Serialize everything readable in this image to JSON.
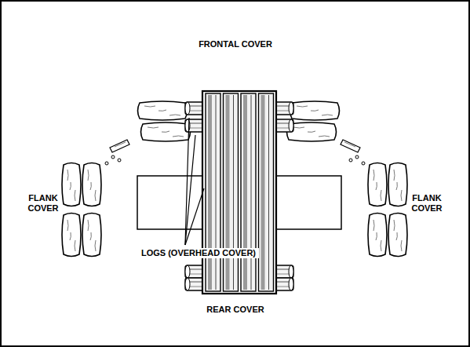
{
  "diagram": {
    "nodes": [
      {
        "text": [
          "FRONTAL COVER"
        ]
      },
      {
        "text": [
          "FLANK COVER"
        ]
      },
      {
        "text": [
          "FLANK COVER"
        ]
      },
      {
        "text": [
          "REAR COVER"
        ]
      }
    ],
    "labels": [
      "LOGS (OVERHEAD COVER)"
    ]
  }
}
